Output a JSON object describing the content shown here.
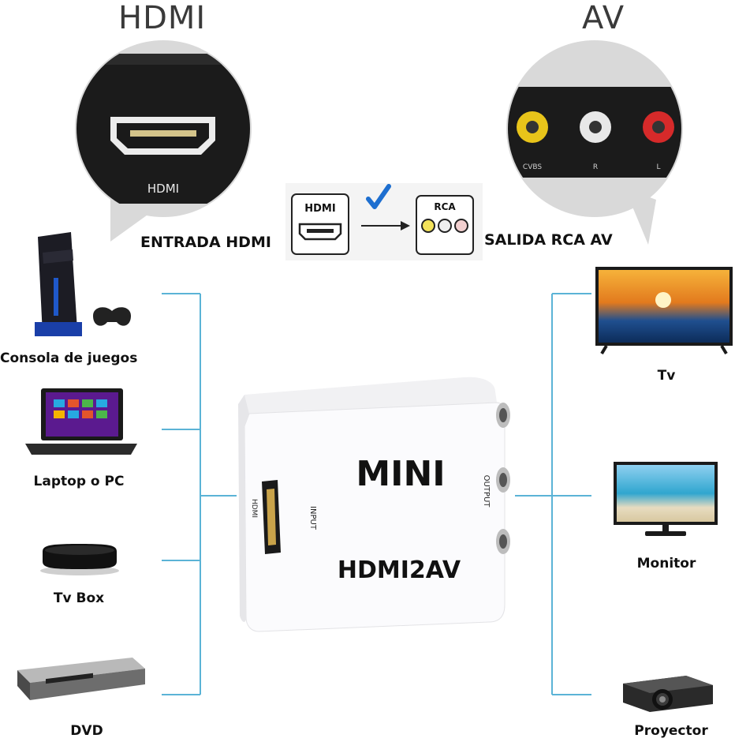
{
  "headings": {
    "hdmi": "HDMI",
    "av": "AV"
  },
  "hdmi_bubble": {
    "port_label": "HDMI"
  },
  "av_bubble": {
    "labels": [
      "CVBS",
      "R",
      "L"
    ]
  },
  "flow": {
    "input_label": "ENTRADA HDMI",
    "output_label": "SALIDA RCA AV",
    "hdmi_icon_text": "HDMI",
    "rca_icon_text": "RCA"
  },
  "sources": [
    {
      "label": "Consola de juegos"
    },
    {
      "label": "Laptop o PC"
    },
    {
      "label": "Tv Box"
    },
    {
      "label": "DVD"
    }
  ],
  "outputs": [
    {
      "label": "Tv"
    },
    {
      "label": "Monitor"
    },
    {
      "label": "Proyector"
    }
  ],
  "device": {
    "brand": "MINI",
    "model": "HDMI2AV",
    "left_port_text": "HDMI",
    "input_text": "INPUT",
    "output_text": "OUTPUT"
  },
  "colors": {
    "connector_line": "#5bb3d6",
    "rca_yellow": "#e8c41a",
    "rca_white": "#e8e8e8",
    "rca_red": "#d62a2a",
    "check_blue": "#1e6fd0"
  }
}
